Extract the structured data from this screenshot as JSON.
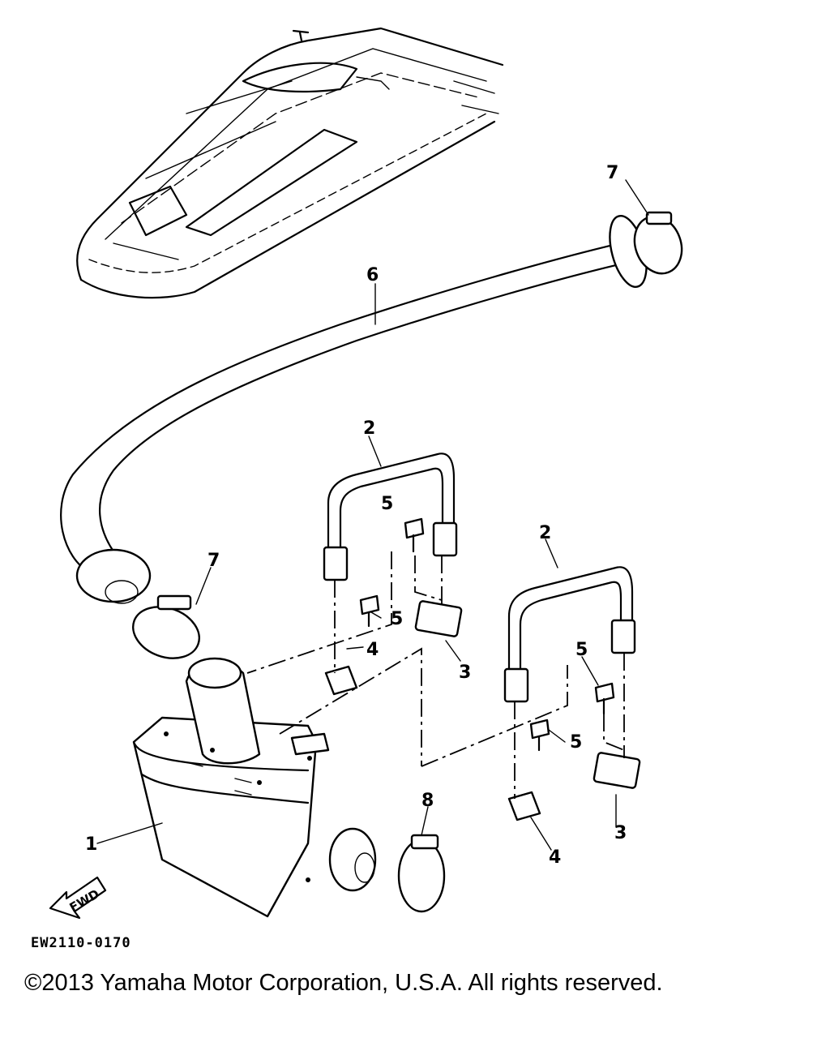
{
  "diagram": {
    "callouts": [
      "1",
      "2",
      "3",
      "4",
      "5",
      "6",
      "7",
      "8"
    ],
    "drawing_code": "EW2110-0170",
    "direction_label": "FWD",
    "copyright": "©2013 Yamaha Motor Corporation, U.S.A. All rights reserved."
  }
}
